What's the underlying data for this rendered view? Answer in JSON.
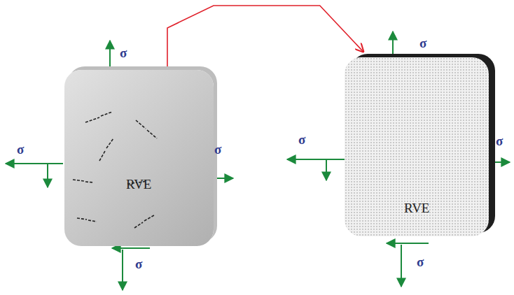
{
  "diagram": {
    "nodes": [
      {
        "text": [
          "RVE"
        ]
      },
      {
        "text": [
          "RVE"
        ]
      }
    ],
    "edges": [
      {
        "from": 0,
        "to": 1,
        "arrow": "to"
      }
    ],
    "labels": [
      "σ",
      "σ",
      "σ",
      "σ",
      "σ",
      "σ",
      "σ",
      "σ"
    ]
  }
}
